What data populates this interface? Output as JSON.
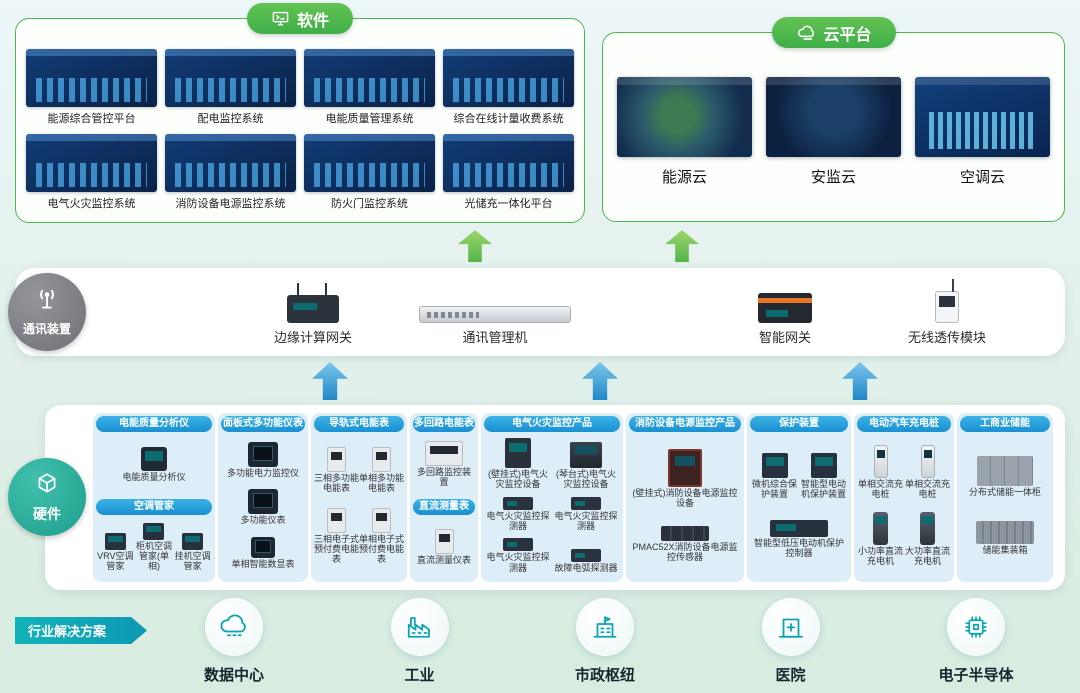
{
  "colors": {
    "green": "#4db74f",
    "blue": "#1f97d4",
    "teal": "#0ca3b2",
    "badge_gray": "#727376",
    "badge_teal": "#2aa899"
  },
  "software": {
    "title": "软件",
    "items": [
      "能源综合管控平台",
      "配电监控系统",
      "电能质量管理系统",
      "综合在线计量收费系统",
      "电气火灾监控系统",
      "消防设备电源监控系统",
      "防火门监控系统",
      "光储充一体化平台"
    ]
  },
  "cloud": {
    "title": "云平台",
    "items": [
      {
        "label": "能源云",
        "variant": "map-green"
      },
      {
        "label": "安监云",
        "variant": "map-dark"
      },
      {
        "label": "空调云",
        "variant": "dashboard"
      }
    ]
  },
  "comm": {
    "badge": "通讯装置",
    "items": [
      {
        "label": "边缘计算网关",
        "icon": "edge-gateway"
      },
      {
        "label": "通讯管理机",
        "icon": "comm-server"
      },
      {
        "label": "智能网关",
        "icon": "smart-gateway"
      },
      {
        "label": "无线透传模块",
        "icon": "wireless-module"
      }
    ]
  },
  "hardware": {
    "badge": "硬件",
    "columns": [
      {
        "width": 122,
        "sections": [
          {
            "header": "电能质量分析仪",
            "cols": 1,
            "products": [
              {
                "label": "电能质量分析仪",
                "icon": "meter-front"
              }
            ]
          },
          {
            "header": "空调管家",
            "cols": 3,
            "products": [
              {
                "label": "VRV空调管家",
                "icon": "ac-mini"
              },
              {
                "label": "柜机空调管家(单相)",
                "icon": "ac-mini"
              },
              {
                "label": "挂机空调管家",
                "icon": "ac-mini"
              }
            ]
          }
        ]
      },
      {
        "width": 90,
        "sections": [
          {
            "header": "面板式多功能仪表",
            "cols": 1,
            "products": [
              {
                "label": "多功能电力监控仪",
                "icon": "panel-meter"
              },
              {
                "label": "多功能仪表",
                "icon": "panel-meter"
              },
              {
                "label": "单相智能数显表",
                "icon": "panel-meter-sm"
              }
            ]
          }
        ]
      },
      {
        "width": 96,
        "sections": [
          {
            "header": "导轨式电能表",
            "cols": 2,
            "products": [
              {
                "label": "三相多功能电能表",
                "icon": "rail"
              },
              {
                "label": "单相多功能电能表",
                "icon": "rail"
              },
              {
                "label": "三相电子式预付费电能表",
                "icon": "rail"
              },
              {
                "label": "单相电子式预付费电能表",
                "icon": "rail"
              }
            ]
          }
        ]
      },
      {
        "width": 68,
        "sections": [
          {
            "header": "多回路电能表",
            "cols": 1,
            "products": [
              {
                "label": "多回路监控装置",
                "icon": "rail-wide"
              }
            ]
          },
          {
            "header": "直流测量表",
            "cols": 1,
            "products": [
              {
                "label": "直流测量仪表",
                "icon": "rail"
              }
            ]
          }
        ]
      },
      {
        "width": 142,
        "sections": [
          {
            "header": "电气火灾监控产品",
            "cols": 2,
            "products": [
              {
                "label": "(壁挂式)电气火灾监控设备",
                "icon": "box-dark"
              },
              {
                "label": "(琴台式)电气火灾监控设备",
                "icon": "console"
              },
              {
                "label": "电气火灾监控探测器",
                "icon": "detector"
              },
              {
                "label": "电气火灾监控探测器",
                "icon": "detector"
              },
              {
                "label": "电气火灾监控探测器",
                "icon": "detector"
              },
              {
                "label": "故障电弧探测器",
                "icon": "detector"
              }
            ]
          }
        ]
      },
      {
        "width": 118,
        "sections": [
          {
            "header": "消防设备电源监控产品",
            "cols": 1,
            "products": [
              {
                "label": "(壁挂式)消防设备电源监控设备",
                "icon": "cabinet-red"
              },
              {
                "label": "PMAC52X消防设备电源监控传感器",
                "icon": "sensor-row"
              }
            ]
          }
        ]
      },
      {
        "width": 104,
        "sections": [
          {
            "header": "保护装置",
            "cols": 2,
            "products": [
              {
                "label": "微机综合保护装置",
                "icon": "relay"
              },
              {
                "label": "智能型电动机保护装置",
                "icon": "relay"
              },
              {
                "label": "智能型低压电动机保护控制器",
                "icon": "relay-wide",
                "span": 2
              }
            ]
          }
        ]
      },
      {
        "width": 100,
        "sections": [
          {
            "header": "电动汽车充电桩",
            "cols": 2,
            "products": [
              {
                "label": "单相交流充电桩",
                "icon": "pillar"
              },
              {
                "label": "单相交流充电桩",
                "icon": "pillar"
              },
              {
                "label": "小功率直流充电机",
                "icon": "pillar-dark"
              },
              {
                "label": "大功率直流充电机",
                "icon": "pillar-dark"
              }
            ]
          }
        ]
      },
      {
        "width": 96,
        "sections": [
          {
            "header": "工商业储能",
            "cols": 1,
            "products": [
              {
                "label": "分布式储能一体柜",
                "icon": "cabinet-row"
              },
              {
                "label": "储能集装箱",
                "icon": "container"
              }
            ]
          }
        ]
      }
    ]
  },
  "solutions": {
    "badge": "行业解决方案",
    "items": [
      {
        "label": "数据中心",
        "icon": "datacenter"
      },
      {
        "label": "工业",
        "icon": "industry"
      },
      {
        "label": "市政枢纽",
        "icon": "municipal"
      },
      {
        "label": "医院",
        "icon": "hospital"
      },
      {
        "label": "电子半导体",
        "icon": "chip"
      }
    ]
  }
}
